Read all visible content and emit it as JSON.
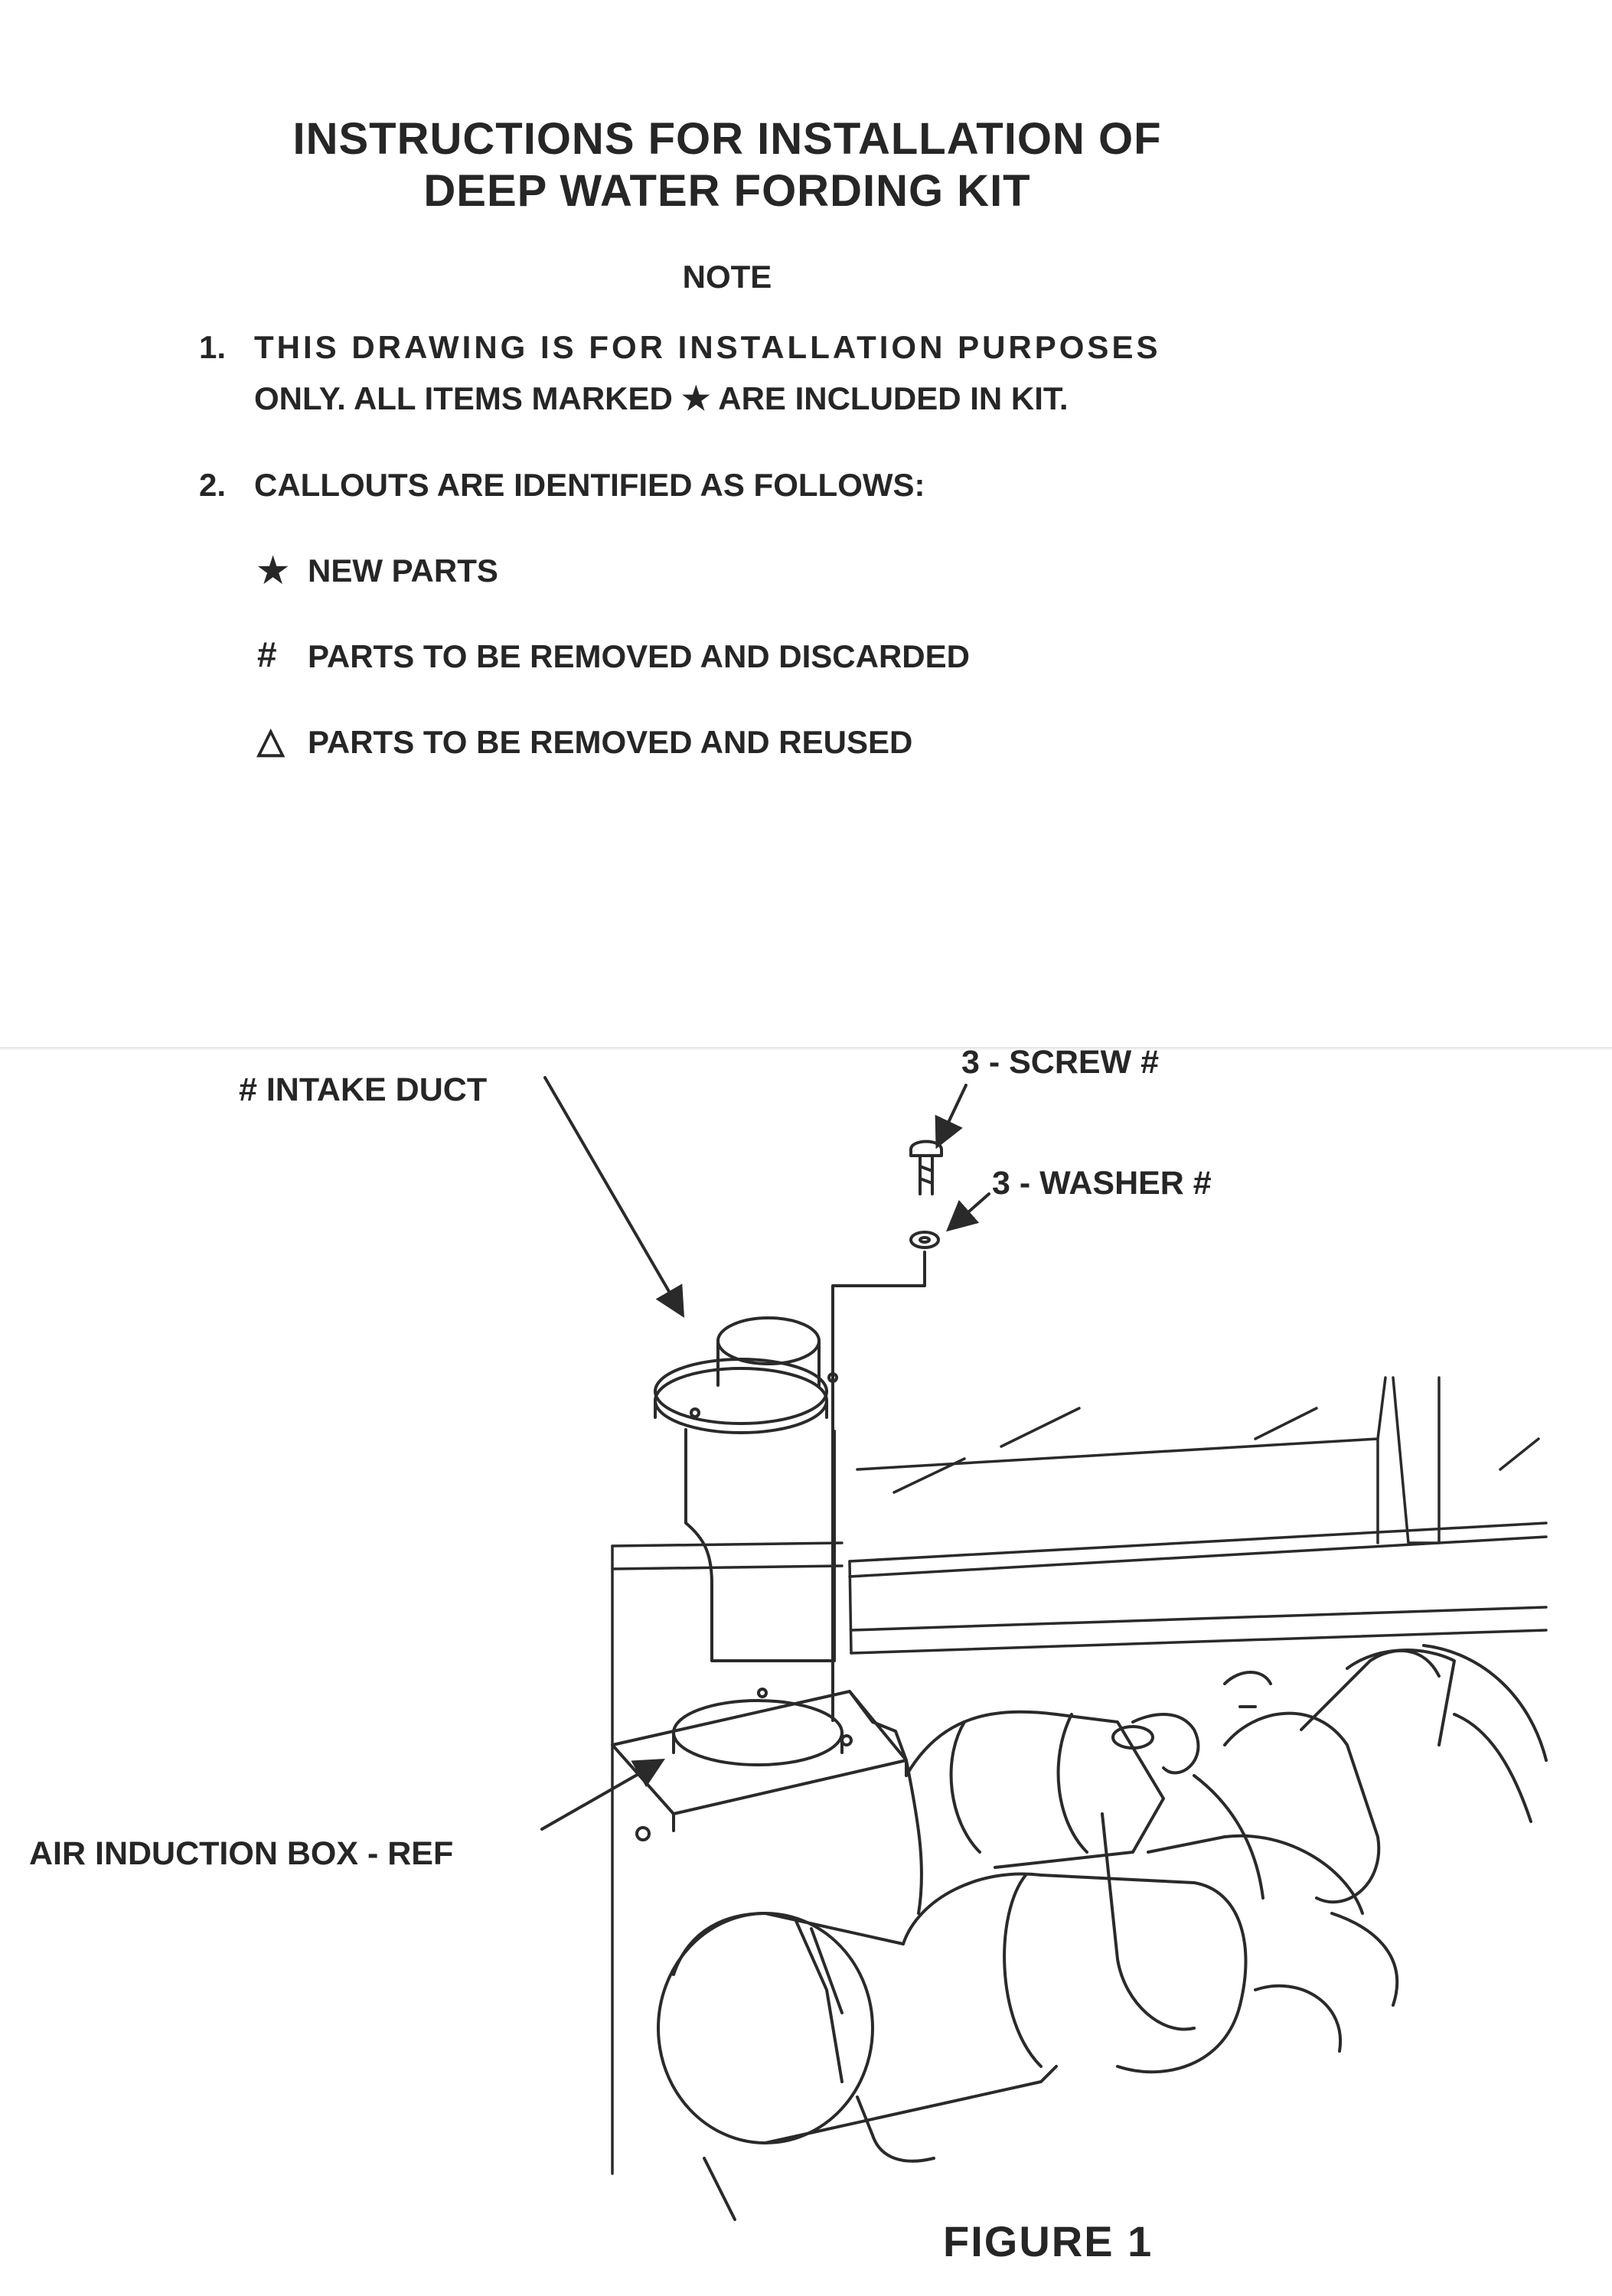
{
  "title": {
    "line1": "INSTRUCTIONS FOR INSTALLATION OF",
    "line2": "DEEP WATER FORDING KIT"
  },
  "note": {
    "heading": "NOTE",
    "items": [
      {
        "number": "1.",
        "line1": "THIS DRAWING IS FOR INSTALLATION PURPOSES",
        "line2": "ONLY. ALL ITEMS MARKED ★ ARE INCLUDED IN KIT."
      },
      {
        "number": "2.",
        "line1": "CALLOUTS ARE IDENTIFIED AS FOLLOWS:"
      }
    ],
    "legend": [
      {
        "symbol": "★",
        "text": "NEW PARTS"
      },
      {
        "symbol": "#",
        "text": "PARTS TO BE REMOVED AND DISCARDED"
      },
      {
        "symbol": "△",
        "text": "PARTS TO BE REMOVED AND REUSED"
      }
    ]
  },
  "figure": {
    "callouts": {
      "intake_duct": "# INTAKE DUCT",
      "screw": "3 - SCREW #",
      "washer": "3 - WASHER #",
      "air_induction_box": "AIR INDUCTION BOX - REF"
    },
    "caption": "FIGURE 1"
  }
}
